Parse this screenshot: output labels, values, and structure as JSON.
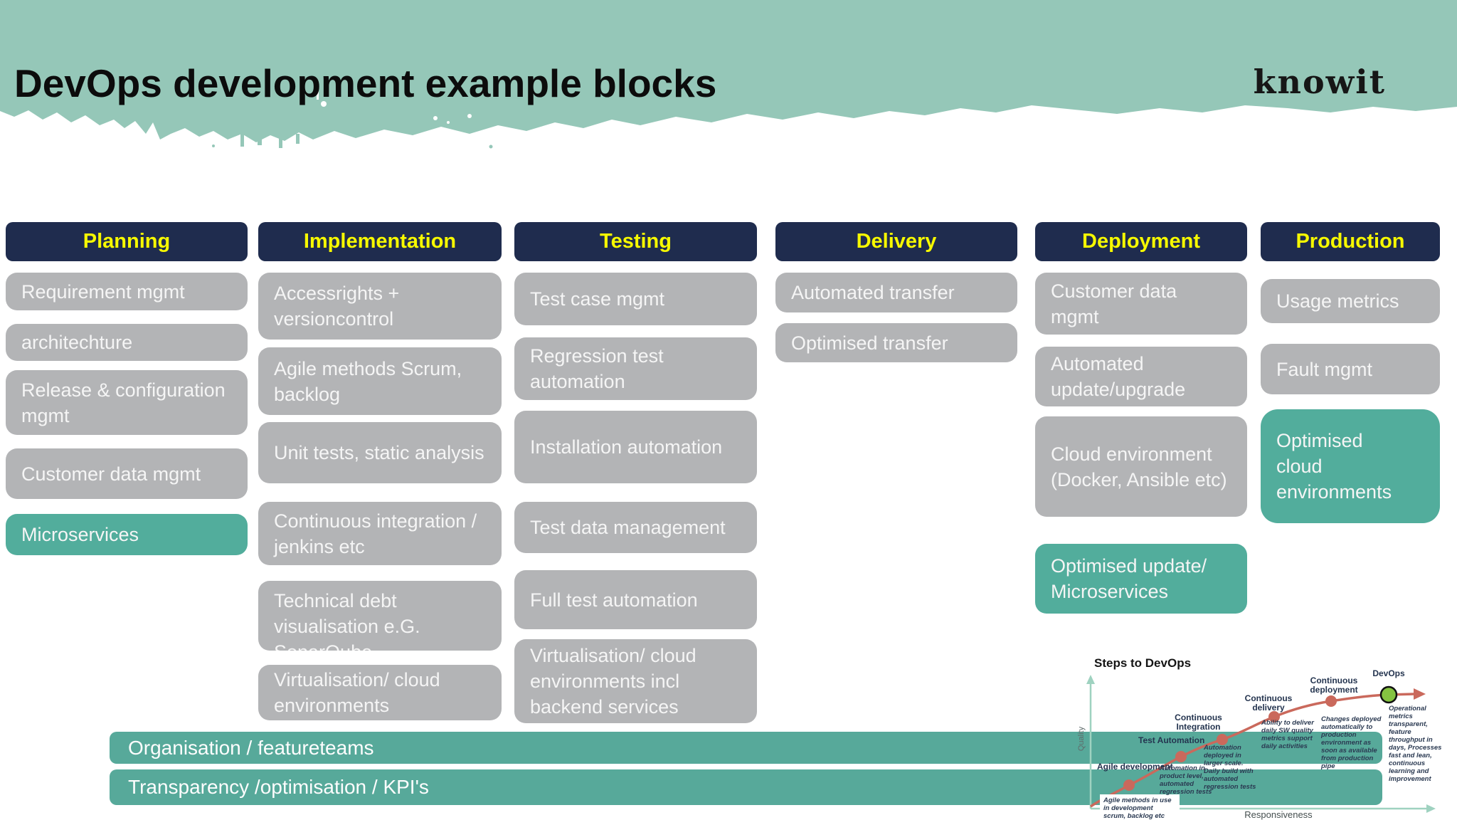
{
  "header": {
    "title": "DevOps development example blocks",
    "logo": "knowit"
  },
  "columns": [
    {
      "header": "Planning",
      "blocks": [
        {
          "label": "Requirement mgmt",
          "variant": "gray"
        },
        {
          "label": "architechture",
          "variant": "gray"
        },
        {
          "label": "Release & configuration mgmt",
          "variant": "gray"
        },
        {
          "label": "Customer data mgmt",
          "variant": "gray"
        },
        {
          "label": "Microservices",
          "variant": "teal"
        }
      ]
    },
    {
      "header": "Implementation",
      "blocks": [
        {
          "label": "Accessrights + versioncontrol",
          "variant": "gray"
        },
        {
          "label": "Agile methods Scrum, backlog",
          "variant": "gray"
        },
        {
          "label": "Unit tests, static analysis",
          "variant": "gray"
        },
        {
          "label": "Continuous integration / jenkins etc",
          "variant": "gray"
        },
        {
          "label": "Technical debt visualisation e.G. SonarQube",
          "variant": "gray"
        },
        {
          "label": "Virtualisation/ cloud environments",
          "variant": "gray"
        }
      ]
    },
    {
      "header": "Testing",
      "blocks": [
        {
          "label": "Test case mgmt",
          "variant": "gray"
        },
        {
          "label": "Regression test automation",
          "variant": "gray"
        },
        {
          "label": "Installation automation",
          "variant": "gray"
        },
        {
          "label": "Test data management",
          "variant": "gray"
        },
        {
          "label": "Full test automation",
          "variant": "gray"
        },
        {
          "label": "Virtualisation/ cloud environments incl backend services",
          "variant": "gray"
        }
      ]
    },
    {
      "header": "Delivery",
      "blocks": [
        {
          "label": "Automated transfer",
          "variant": "gray"
        },
        {
          "label": "Optimised transfer",
          "variant": "gray"
        }
      ]
    },
    {
      "header": "Deployment",
      "blocks": [
        {
          "label": "Customer data mgmt",
          "variant": "gray"
        },
        {
          "label": "Automated update/upgrade",
          "variant": "gray"
        },
        {
          "label": "Cloud environment (Docker, Ansible etc)",
          "variant": "gray"
        },
        {
          "label": "Optimised update/ Microservices",
          "variant": "teal"
        }
      ]
    },
    {
      "header": "Production",
      "blocks": [
        {
          "label": "Usage metrics",
          "variant": "gray"
        },
        {
          "label": "Fault mgmt",
          "variant": "gray"
        },
        {
          "label": "Optimised cloud environments",
          "variant": "teal"
        }
      ]
    }
  ],
  "bottom_bars": [
    {
      "label": "Organisation / featureteams"
    },
    {
      "label": "Transparency /optimisation / KPI's"
    }
  ],
  "steps_chart": {
    "title": "Steps to DevOps",
    "y_axis_label": "Quality",
    "x_axis_label": "Responsiveness",
    "stages": [
      {
        "label": "Agile development",
        "note": "Agile methods in use in development scrum, backlog etc"
      },
      {
        "label": "Test Automation",
        "note": "Automation in product level, automated regression tests"
      },
      {
        "label": "Continuous Integration",
        "note": "Automation deployed in larger scale. Daily build with automated regression tests"
      },
      {
        "label": "Continuous delivery",
        "note": "Ability to deliver daily SW quality metrics support daily activities"
      },
      {
        "label": "Continuous deployment",
        "note": "Changes deployed automatically to production environment as soon as available from production pipe"
      },
      {
        "label": "DevOps",
        "note": "Operational metrics transparent, feature throughput in days, Processes fast and lean, continuous learning and improvement"
      }
    ]
  },
  "colors": {
    "band_teal": "#95c7b8",
    "header_bg_navy": "#1f2c4e",
    "header_text_yellow": "#f7f900",
    "block_gray": "#b3b4b6",
    "block_teal": "#52ad9c",
    "bar_teal": "#57a99a",
    "curve_salmon": "#ca695c",
    "devops_dot_green": "#85c341",
    "axis_mint": "#9fd2c0"
  }
}
